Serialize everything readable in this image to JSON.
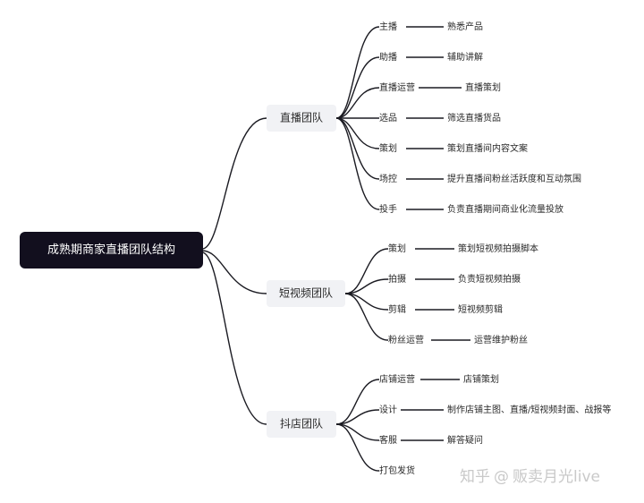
{
  "root": {
    "label": "成熟期商家直播团队结构"
  },
  "branches": [
    {
      "label": "直播团队",
      "items": [
        {
          "label": "主播",
          "detail": "熟悉产品"
        },
        {
          "label": "助播",
          "detail": "辅助讲解"
        },
        {
          "label": "直播运营",
          "detail": "直播策划"
        },
        {
          "label": "选品",
          "detail": "筛选直播货品"
        },
        {
          "label": "策划",
          "detail": "策划直播间内容文案"
        },
        {
          "label": "场控",
          "detail": "提升直播间粉丝活跃度和互动氛围"
        },
        {
          "label": "投手",
          "detail": "负责直播期间商业化流量投放"
        }
      ]
    },
    {
      "label": "短视频团队",
      "items": [
        {
          "label": "策划",
          "detail": "策划短视频拍摄脚本"
        },
        {
          "label": "拍摄",
          "detail": "负责短视频拍摄"
        },
        {
          "label": "剪辑",
          "detail": "短视频剪辑"
        },
        {
          "label": "粉丝运营",
          "detail": "运营维护粉丝"
        }
      ]
    },
    {
      "label": "抖店团队",
      "items": [
        {
          "label": "店铺运营",
          "detail": "店铺策划"
        },
        {
          "label": "设计",
          "detail": "制作店铺主图、直播/短视频封面、战报等"
        },
        {
          "label": "客服",
          "detail": "解答疑问"
        },
        {
          "label": "打包发货",
          "detail": ""
        }
      ]
    }
  ],
  "watermark": {
    "brand": "知乎",
    "at": "@",
    "account": "贩卖月光live"
  }
}
